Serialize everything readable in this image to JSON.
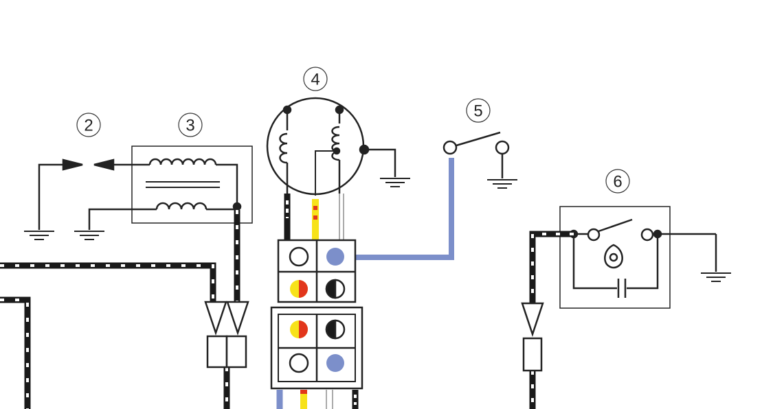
{
  "labels": {
    "c2": "2",
    "c3": "3",
    "c4": "4",
    "c5": "5",
    "c6": "6"
  },
  "colors": {
    "black": "#1a1a1a",
    "yellow": "#f7e21a",
    "red": "#e2361b",
    "blue": "#7c8fca",
    "line": "#222222"
  }
}
